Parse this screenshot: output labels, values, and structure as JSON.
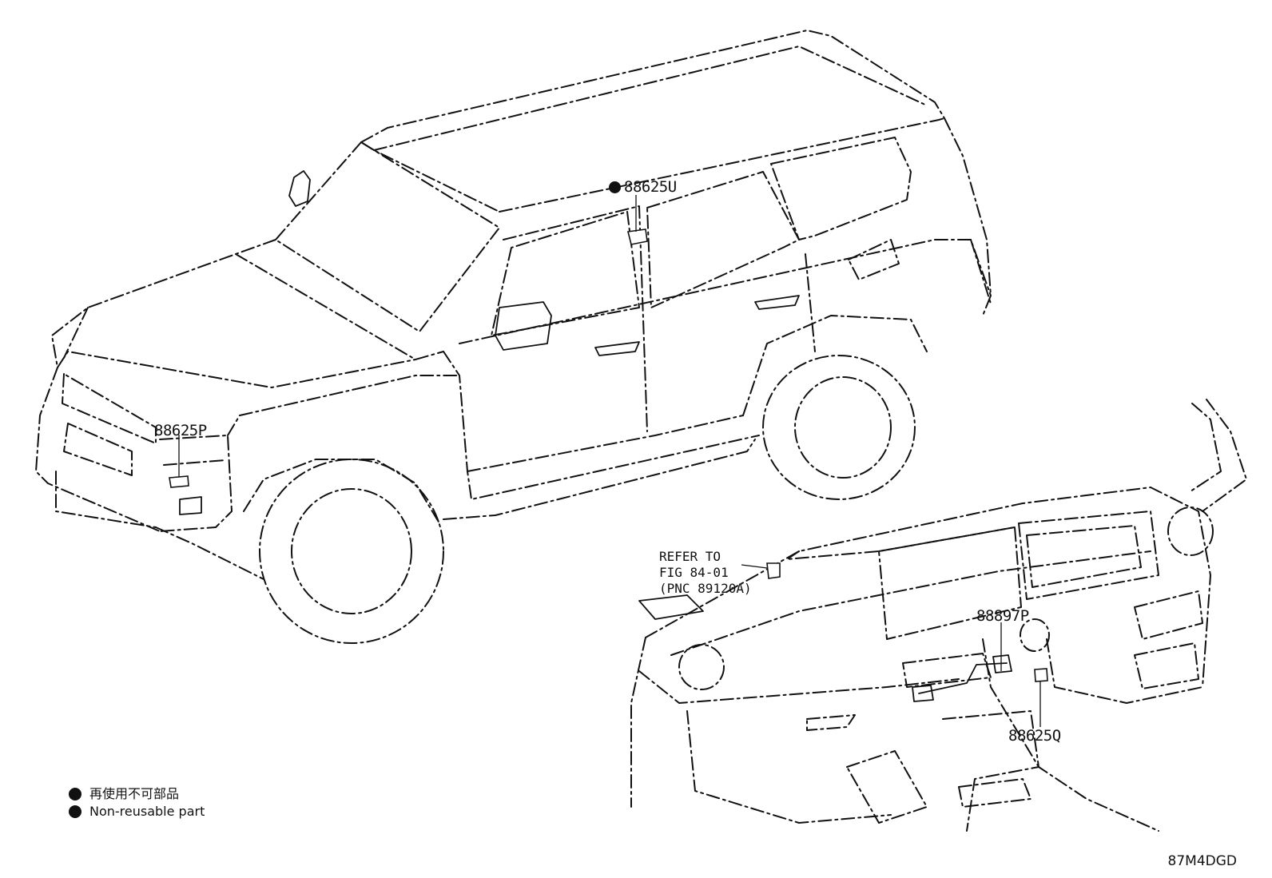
{
  "callouts": {
    "part_1": {
      "number": "88625U",
      "non_reusable": true
    },
    "part_2": {
      "number": "88625P",
      "non_reusable": false
    },
    "part_3": {
      "number": "88897P",
      "non_reusable": false
    },
    "part_4": {
      "number": "88625Q",
      "non_reusable": false
    }
  },
  "reference": {
    "line1": "REFER TO",
    "line2": "FIG 84-01",
    "line3": "(PNC 89120A)"
  },
  "legend": {
    "line_jp": "再使用不可部品",
    "line_en": "Non-reusable part"
  },
  "diagram_code": "87M4DGD",
  "colors": {
    "ink": "#111111",
    "background": "#ffffff"
  }
}
